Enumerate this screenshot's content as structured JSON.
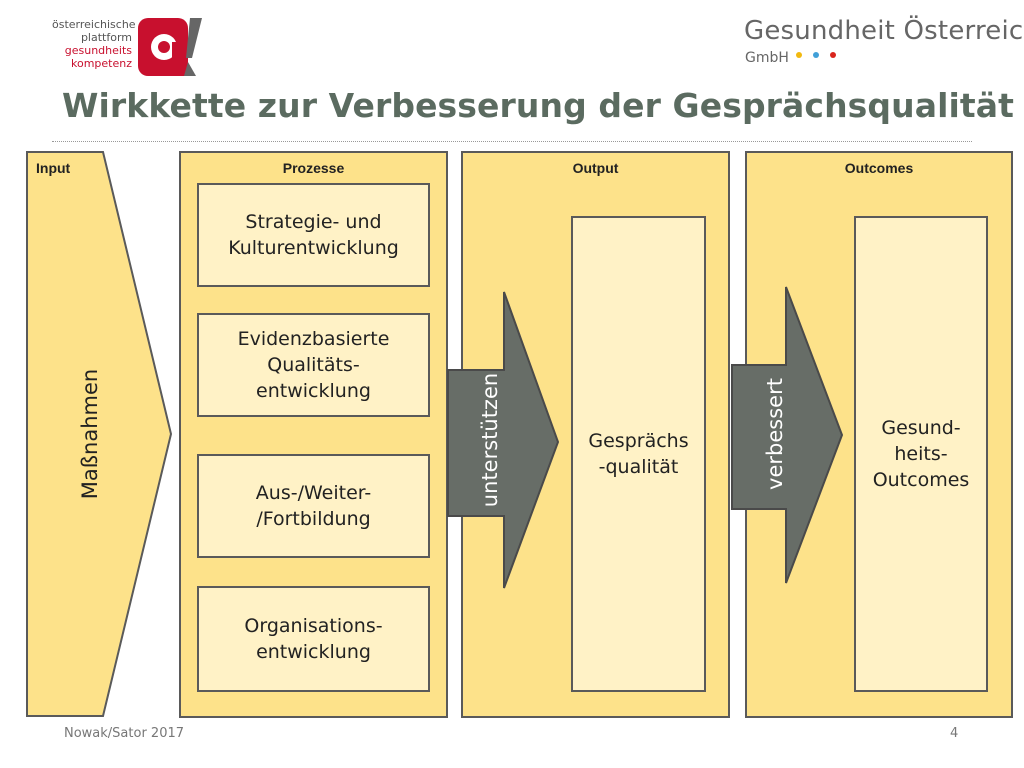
{
  "header": {
    "oepgk_logo_lines": [
      "österreichische",
      "plattform",
      "gesundheits",
      "kompetenz"
    ],
    "goeg_name": "Gesundheit Österreich",
    "goeg_sub": "GmbH",
    "goeg_dot_colors": [
      "#f2b90f",
      "#41a0d8",
      "#d9251c"
    ]
  },
  "title": "Wirkkette zur Verbesserung der Gesprächsqualität",
  "columns": {
    "input_label": "Input",
    "prozesse_label": "Prozesse",
    "output_label": "Output",
    "outcomes_label": "Outcomes"
  },
  "input_arrow_text": "Maßnahmen",
  "prozesse_boxes": [
    "Strategie- und Kulturentwicklung",
    "Evidenzbasierte Qualitäts-entwicklung",
    "Aus-/Weiter-/Fortbildung",
    "Organisations-entwicklung"
  ],
  "prozesse_lines": [
    [
      "Strategie- und",
      "Kulturentwicklung"
    ],
    [
      "Evidenzbasierte",
      "Qualitäts-",
      "entwicklung"
    ],
    [
      "Aus-/Weiter-",
      "/Fortbildung"
    ],
    [
      "Organisations-",
      "entwicklung"
    ]
  ],
  "arrow1_text": "unterstützen",
  "output_box_lines": [
    "Gesprächs",
    "-qualität"
  ],
  "arrow2_text": "verbessert",
  "outcomes_box_lines": [
    "Gesund-",
    "heits-",
    "Outcomes"
  ],
  "footer": {
    "authors": "Nowak/Sator 2017",
    "page": "4"
  },
  "colors": {
    "column_fill": "#fde28a",
    "box_fill": "#fff2c6",
    "border": "#5a5a5a",
    "arrow_fill": "#676d67",
    "title": "#5b6b60",
    "logo_red": "#c8102e"
  }
}
